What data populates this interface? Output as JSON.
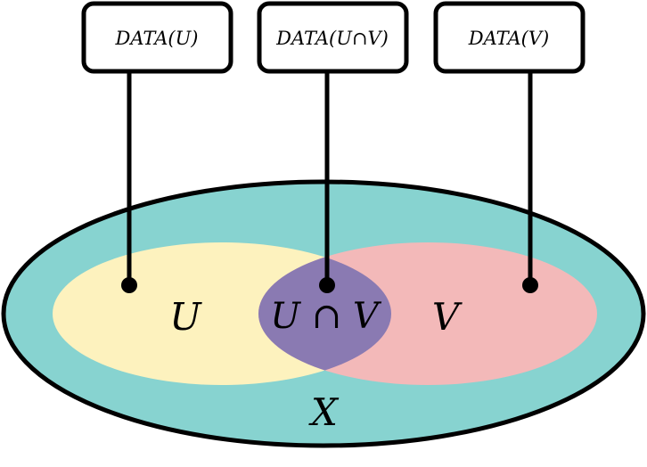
{
  "colors": {
    "universe_fill": "#87d3d0",
    "set_u_fill": "#fdf2be",
    "set_v_fill": "#f3b9b9",
    "intersection_fill": "#8a7ab2",
    "stroke": "#000000",
    "box_fill": "#ffffff"
  },
  "boxes": {
    "u": "DATA(U)",
    "intersection": "DATA(U∩V)",
    "v": "DATA(V)"
  },
  "sets": {
    "u": "U",
    "intersection": "U ∩ V",
    "v": "V",
    "universe": "X"
  }
}
